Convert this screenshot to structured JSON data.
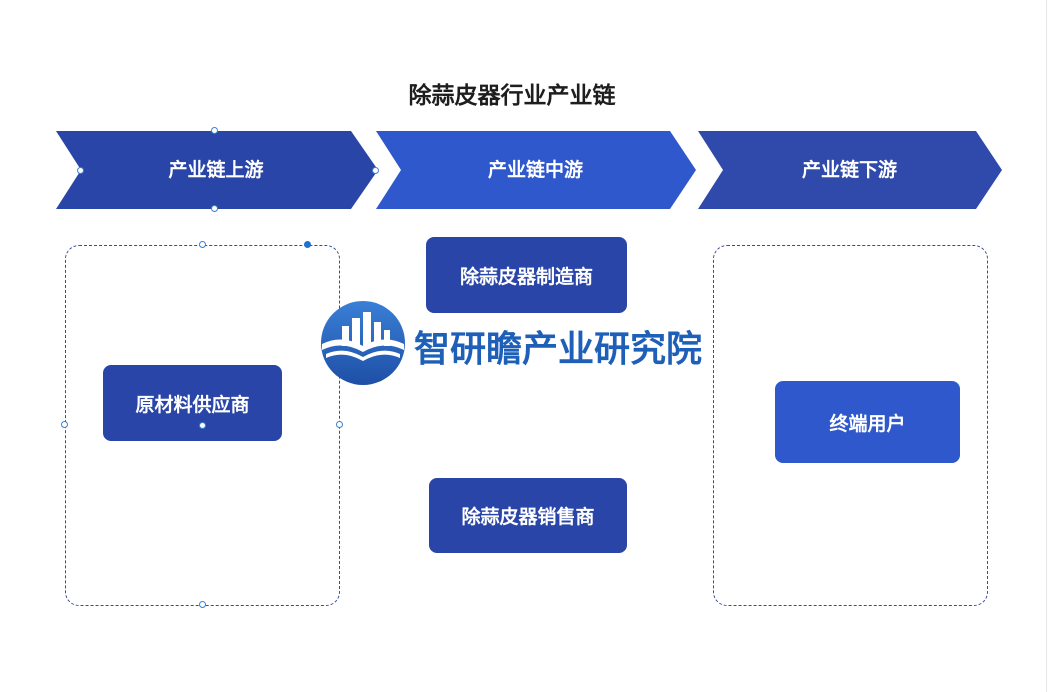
{
  "title": "除蒜皮器行业产业链",
  "stages": [
    {
      "label": "产业链上游",
      "color": "#2a45a8"
    },
    {
      "label": "产业链中游",
      "color": "#2f58cc"
    },
    {
      "label": "产业链下游",
      "color": "#2f4aab"
    }
  ],
  "nodes": {
    "upstream": "原材料供应商",
    "midstream_manufacturer": "除蒜皮器制造商",
    "midstream_seller": "除蒜皮器销售商",
    "downstream": "终端用户"
  },
  "watermark": {
    "text": "智研瞻产业研究院",
    "icon": "city-skyline-logo-icon"
  },
  "colors": {
    "node_dark": "#2a45a8",
    "node_light": "#2f58cc",
    "frame": "#3a4a9a",
    "watermark": "#1e5fb8"
  }
}
